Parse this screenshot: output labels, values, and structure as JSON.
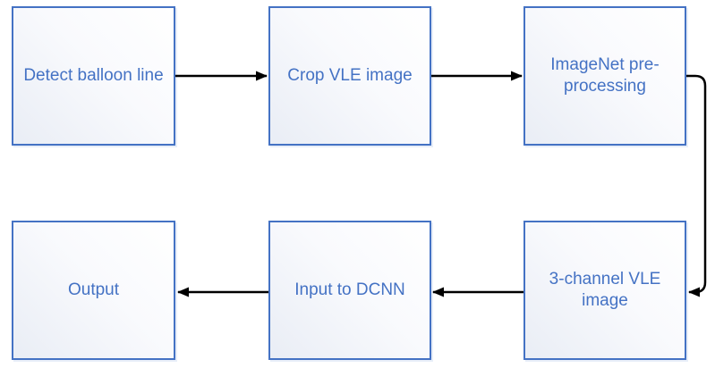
{
  "diagram": {
    "colors": {
      "box_border": "#4472C4",
      "box_text": "#4472C4",
      "arrow": "#000000"
    },
    "nodes": [
      {
        "id": "detect-balloon-line",
        "label": "Detect balloon line"
      },
      {
        "id": "crop-vle-image",
        "label": "Crop VLE image"
      },
      {
        "id": "imagenet-pre-processing",
        "label": "ImageNet pre-processing"
      },
      {
        "id": "output",
        "label": "Output"
      },
      {
        "id": "input-to-dcnn",
        "label": "Input to DCNN"
      },
      {
        "id": "three-channel-vle-image",
        "label": "3-channel VLE image"
      }
    ],
    "edges": [
      {
        "from": "detect-balloon-line",
        "to": "crop-vle-image",
        "route": "straight-right"
      },
      {
        "from": "crop-vle-image",
        "to": "imagenet-pre-processing",
        "route": "straight-right"
      },
      {
        "from": "imagenet-pre-processing",
        "to": "three-channel-vle-image",
        "route": "around-right-side-down"
      },
      {
        "from": "three-channel-vle-image",
        "to": "input-to-dcnn",
        "route": "straight-left"
      },
      {
        "from": "input-to-dcnn",
        "to": "output",
        "route": "straight-left"
      }
    ]
  }
}
